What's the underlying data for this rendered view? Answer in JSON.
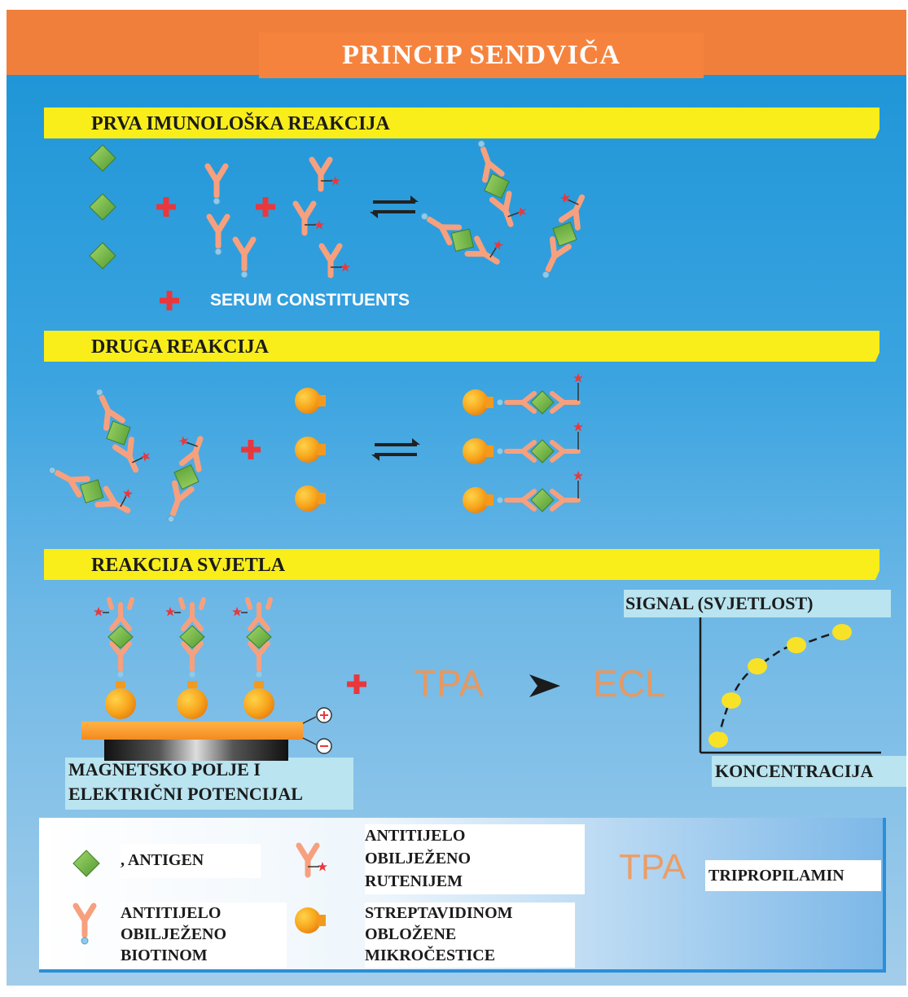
{
  "title": "PRINCIP SENDVIČA",
  "sections": {
    "first": "PRVA IMUNOLOŠKA REAKCIJA",
    "second": "DRUGA REAKCIJA",
    "third": "REAKCIJA SVJETLA"
  },
  "serum_constituents": "SERUM CONSTITUENTS",
  "reaction3": {
    "tpa": "TPA",
    "ecl": "ECL",
    "magnet_line1": "MAGNETSKO POLJE I",
    "magnet_line2": "ELEKTRIČNI POTENCIJAL"
  },
  "graph": {
    "ylabel": "SIGNAL (SVJETLOST)",
    "xlabel": "KONCENTRACIJA"
  },
  "legend": {
    "antigen": ", ANTIGEN",
    "biotin_line1": "ANTITIJELO",
    "biotin_line2": "OBILJEŽENO",
    "biotin_line3": "BIOTINOM",
    "ruthenium_line1": "ANTITIJELO",
    "ruthenium_line2": "OBILJEŽENO",
    "ruthenium_line3": "RUTENIJEM",
    "strept_line1": "STREPTAVIDINOM",
    "strept_line2": "OBLOŽENE",
    "strept_line3": "MIKROČESTICE",
    "tpa_symbol": "TPA",
    "tpa_name": "TRIPROPILAMIN"
  },
  "colors": {
    "header_orange": "#f07f3c",
    "section_yellow": "#f9ee1a",
    "antigen_green": "#7cc243",
    "antibody_salmon": "#f7a07e",
    "bead_orange": "#f7a51c",
    "ruthenium_red": "#e8383d",
    "plus_red": "#e8383d"
  }
}
